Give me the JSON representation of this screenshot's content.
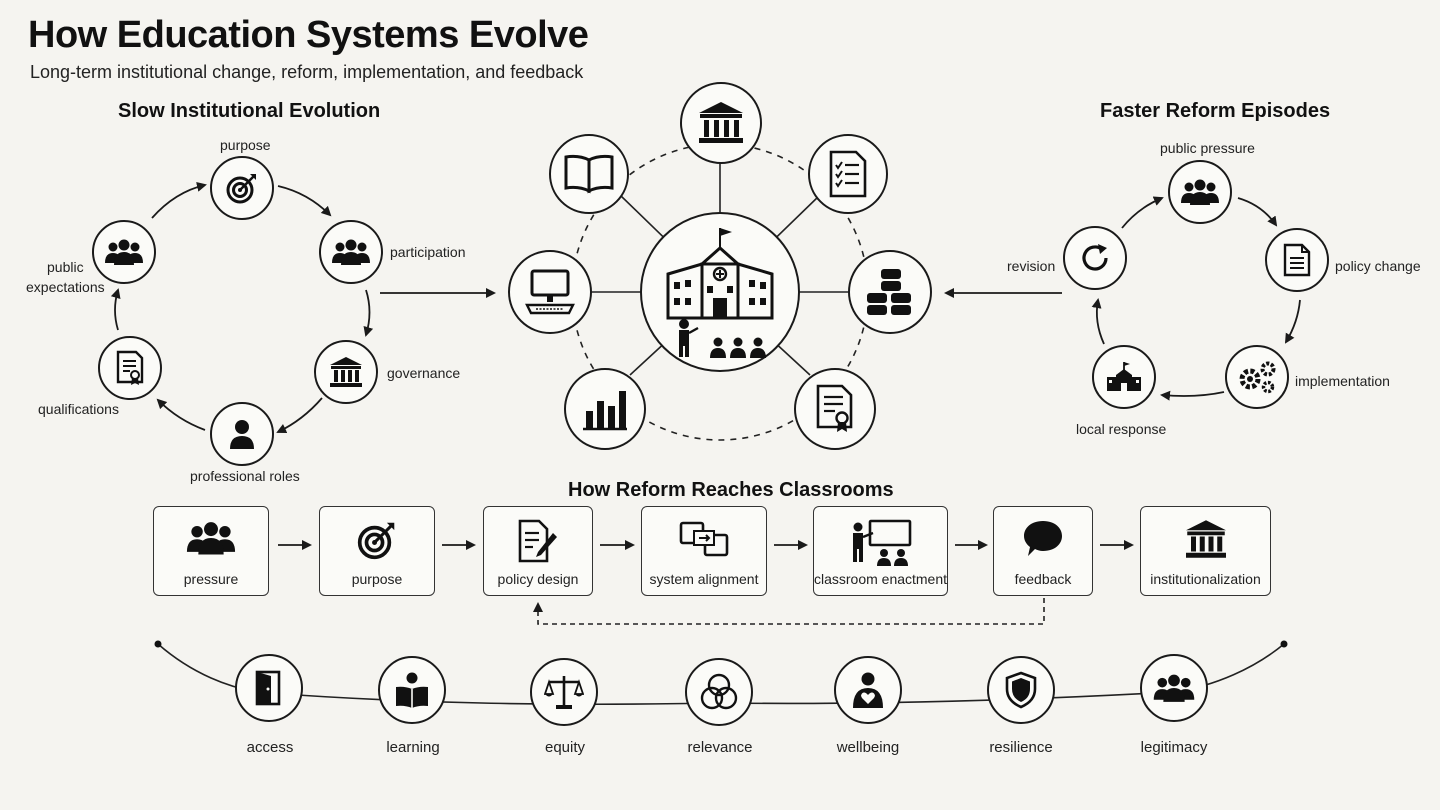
{
  "header": {
    "title": "How Education Systems Evolve",
    "subtitle": "Long-term institutional change, reform, implementation, and feedback"
  },
  "slow_cycle": {
    "heading": "Slow Institutional Evolution",
    "labels": {
      "purpose": "purpose",
      "participation": "participation",
      "governance": "governance",
      "professional_roles": "professional roles",
      "qualifications": "qualifications",
      "public_expectations_line1": "public",
      "public_expectations_line2": "expectations"
    }
  },
  "fast_cycle": {
    "heading": "Faster Reform Episodes",
    "labels": {
      "public_pressure": "public pressure",
      "policy_change": "policy change",
      "implementation": "implementation",
      "local_response": "local response",
      "revision": "revision"
    }
  },
  "pipeline": {
    "heading": "How Reform Reaches Classrooms",
    "steps": [
      "pressure",
      "purpose",
      "policy design",
      "system alignment",
      "classroom enactment",
      "feedback",
      "institutionalization"
    ]
  },
  "values": {
    "items": [
      "access",
      "learning",
      "equity",
      "relevance",
      "wellbeing",
      "resilience",
      "legitimacy"
    ]
  },
  "icons": {
    "hub_center": "school-building-icon",
    "hub_satellites": [
      "book-icon",
      "institution-icon",
      "checklist-icon",
      "computer-icon",
      "database-icon",
      "bar-chart-icon",
      "certificate-icon"
    ]
  }
}
